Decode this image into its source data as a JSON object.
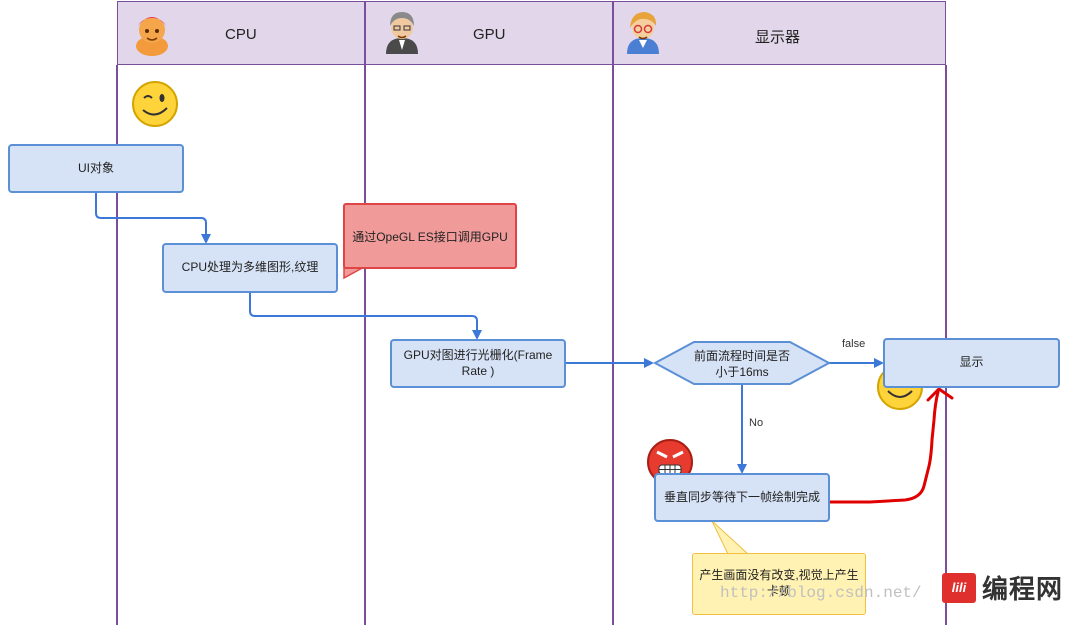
{
  "lanes": [
    {
      "title": "CPU",
      "icon": "person-pink-hair-icon"
    },
    {
      "title": "GPU",
      "icon": "person-gray-hair-icon"
    },
    {
      "title": "显示器",
      "icon": "person-glasses-icon"
    }
  ],
  "nodes": {
    "ui_object": "UI对象",
    "cpu_process": "CPU处理为多维图形,纹理",
    "gpu_raster_line1": "GPU对图进行光栅化(Frame",
    "gpu_raster_line2": "Rate )",
    "decision_line1": "前面流程时间是否",
    "decision_line2": "小于16ms",
    "display": "显示",
    "vsync_wait": "垂直同步等待下一帧绘制完成"
  },
  "notes": {
    "opengl": "通过OpeGL ES接口调用GPU",
    "stutter_line1": "产生画面没有改变,视觉上产生",
    "stutter_line2": "卡顿"
  },
  "edge_labels": {
    "false": "false",
    "no": "No"
  },
  "watermark": "http://blog.csdn.net/",
  "logo": {
    "mark": "lili",
    "text": "编程网"
  },
  "colors": {
    "lane_header": "#e2d6ea",
    "lane_border": "#7a4e9a",
    "box_fill": "#d6e2f5",
    "box_border": "#5b8fd6",
    "arrow": "#3c78d8",
    "red_note": "#f09a9a",
    "yellow_note": "#fff2b3",
    "red_stroke": "#e00000"
  }
}
